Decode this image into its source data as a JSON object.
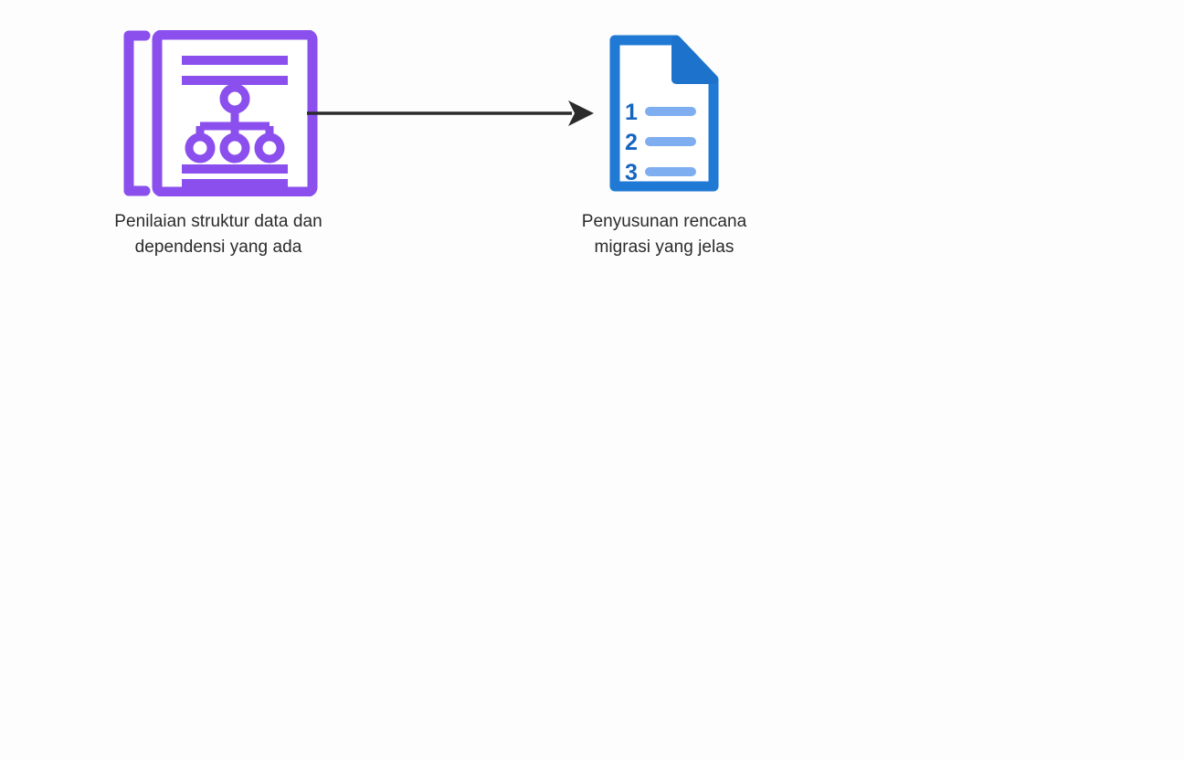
{
  "diagram": {
    "title": "",
    "background_color": "#fdfdfd",
    "text_color": "#2b2b2b",
    "type": "two-step-horizontal-flow",
    "steps": [
      {
        "id": "assessment",
        "caption": "Penilaian struktur data dan\ndependensi yang ada",
        "icon_name": "data-structure-document-icon",
        "icon_color": "#8b4fee",
        "icon_detail": "document with hierarchy tree, four text lines, second page behind"
      },
      {
        "id": "plan",
        "caption": "Penyusunan rencana\nmigrasi yang jelas",
        "icon_name": "numbered-list-document-icon",
        "icon_color": "#1d73cc",
        "icon_accent_color": "#7faef0",
        "icon_number_color": "#1565c0",
        "icon_detail": "document with folded corner and numbered list",
        "list_numbers": [
          "1",
          "2",
          "3"
        ]
      }
    ],
    "connectors": [
      {
        "id": "assessment-to-plan",
        "name": "arrow-right",
        "color": "#2b2b2b",
        "from": "assessment",
        "to": "plan"
      }
    ]
  }
}
